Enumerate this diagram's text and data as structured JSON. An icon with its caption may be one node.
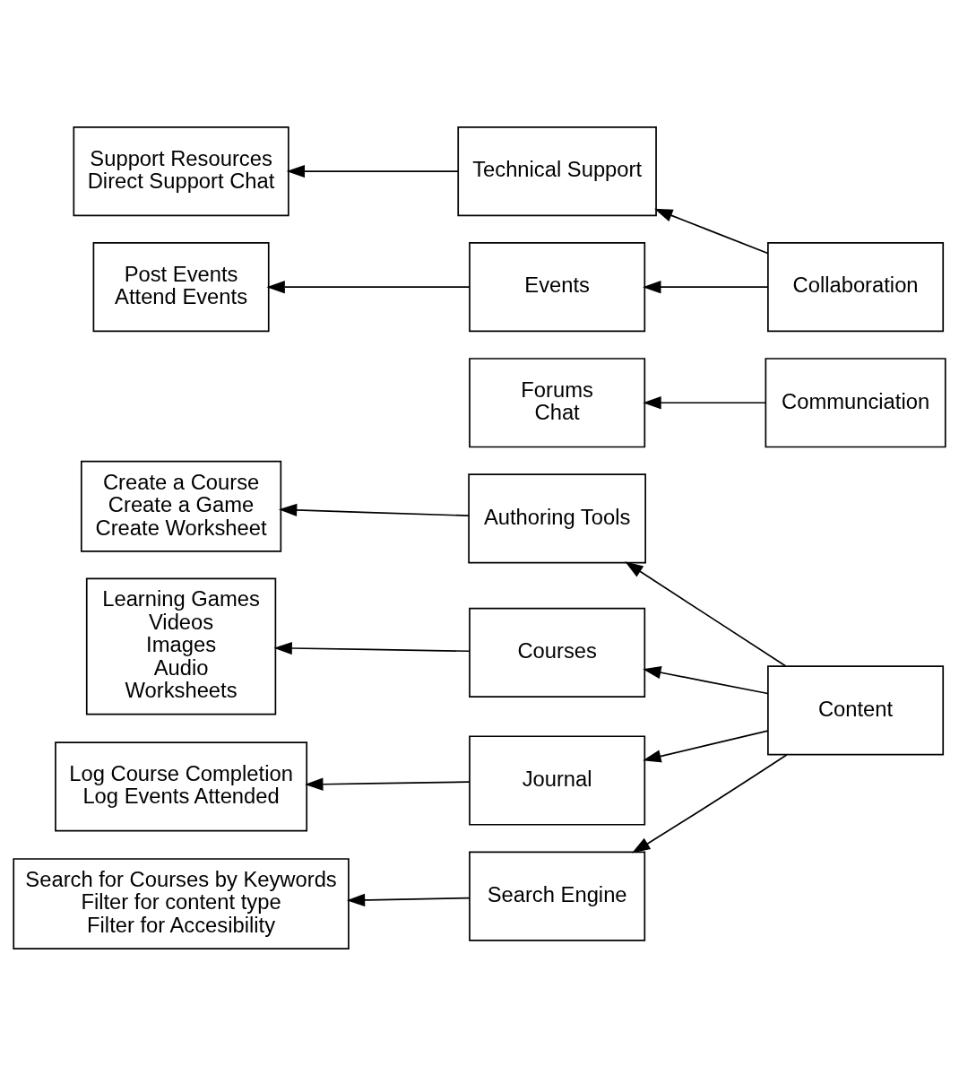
{
  "diagram": {
    "nodes": [
      {
        "text": [
          "Create a Course",
          "Create a Game",
          "Create Worksheet"
        ]
      },
      {
        "text": [
          "Authoring Tools"
        ]
      },
      {
        "text": [
          "Learning Games",
          "Videos",
          "Images",
          "Audio",
          "Worksheets"
        ]
      },
      {
        "text": [
          "Courses"
        ]
      },
      {
        "text": [
          "Content"
        ]
      },
      {
        "text": [
          "Log Course Completion",
          "Log Events Attended"
        ]
      },
      {
        "text": [
          "Journal"
        ]
      },
      {
        "text": [
          "Search Engine"
        ]
      },
      {
        "text": [
          "Communciation"
        ]
      },
      {
        "text": [
          "Search for Courses by Keywords",
          "Filter for content type",
          "Filter for Accesibility"
        ]
      },
      {
        "text": [
          "Forums",
          "Chat"
        ]
      },
      {
        "text": [
          "Technical Support"
        ]
      },
      {
        "text": [
          "Collaboration"
        ]
      },
      {
        "text": [
          "Support Resources",
          "Direct Support Chat"
        ]
      },
      {
        "text": [
          "Events"
        ]
      },
      {
        "text": [
          "Post Events",
          "Attend Events"
        ]
      }
    ],
    "edges": [
      {
        "from": 1,
        "to": 0,
        "arrow": "to"
      },
      {
        "from": 4,
        "to": 1,
        "arrow": "to"
      },
      {
        "from": 3,
        "to": 2,
        "arrow": "to"
      },
      {
        "from": 4,
        "to": 3,
        "arrow": "to"
      },
      {
        "from": 4,
        "to": 6,
        "arrow": "to"
      },
      {
        "from": 6,
        "to": 5,
        "arrow": "to"
      },
      {
        "from": 4,
        "to": 7,
        "arrow": "to"
      },
      {
        "from": 7,
        "to": 9,
        "arrow": "to"
      },
      {
        "from": 8,
        "to": 10,
        "arrow": "to"
      },
      {
        "from": 12,
        "to": 11,
        "arrow": "to"
      },
      {
        "from": 11,
        "to": 13,
        "arrow": "to"
      },
      {
        "from": 12,
        "to": 14,
        "arrow": "to"
      },
      {
        "from": 14,
        "to": 15,
        "arrow": "to"
      }
    ]
  }
}
